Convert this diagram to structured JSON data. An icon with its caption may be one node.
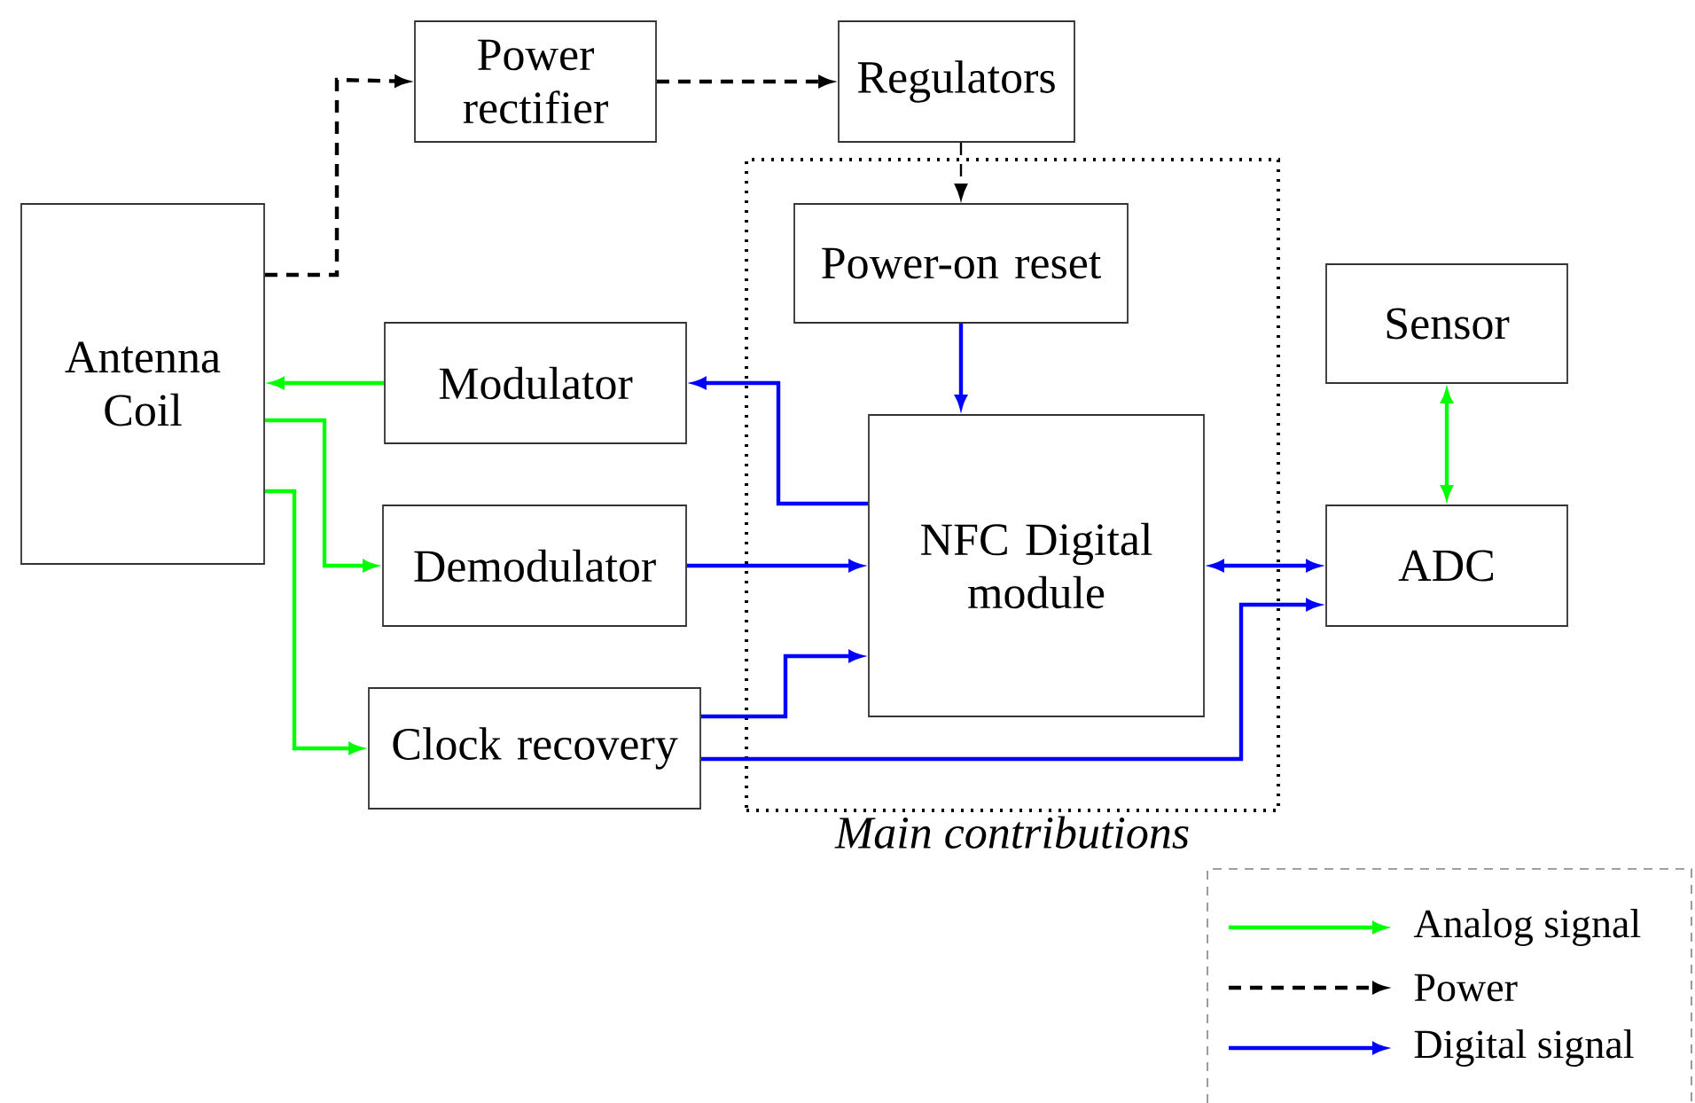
{
  "diagram": {
    "nodes": [
      {
        "text": [
          "Antenna Coil"
        ]
      },
      {
        "text": [
          "Power rectifier"
        ]
      },
      {
        "text": [
          "Regulators"
        ]
      },
      {
        "text": [
          "Main contributions"
        ]
      },
      {
        "text": [
          "Power-on reset"
        ],
        "in": 3
      },
      {
        "text": [
          "Modulator"
        ]
      },
      {
        "text": [
          "Demodulator"
        ]
      },
      {
        "text": [
          "Clock recovery"
        ]
      },
      {
        "text": [
          "NFC Digital module"
        ],
        "in": 3
      },
      {
        "text": [
          "Sensor"
        ]
      },
      {
        "text": [
          "ADC"
        ]
      }
    ],
    "edges": [
      {
        "from": 0,
        "to": 1,
        "arrow": "to",
        "style": "dashed",
        "color": "#000000"
      },
      {
        "from": 1,
        "to": 2,
        "arrow": "to",
        "style": "dashed",
        "color": "#000000"
      },
      {
        "from": 2,
        "to": 4,
        "arrow": "to",
        "style": "dashed",
        "color": "#000000"
      },
      {
        "from": 5,
        "to": 0,
        "arrow": "to",
        "color": "#00ff00"
      },
      {
        "from": 0,
        "to": 6,
        "arrow": "to",
        "color": "#00ff00"
      },
      {
        "from": 0,
        "to": 7,
        "arrow": "to",
        "color": "#00ff00"
      },
      {
        "from": 8,
        "to": 5,
        "arrow": "to"
      },
      {
        "from": 6,
        "to": 8,
        "arrow": "to"
      },
      {
        "from": 7,
        "to": 8,
        "arrow": "to"
      },
      {
        "from": 7,
        "to": 10,
        "arrow": "to"
      },
      {
        "from": 4,
        "to": 8,
        "arrow": "to"
      },
      {
        "from": 8,
        "to": 10,
        "arrow": "both"
      },
      {
        "from": 9,
        "to": 10,
        "arrow": "both",
        "color": "#00ff00"
      }
    ],
    "legend": [
      {
        "text": "Analog signal"
      },
      {
        "text": "Power"
      },
      {
        "text": "Digital signal"
      }
    ]
  }
}
